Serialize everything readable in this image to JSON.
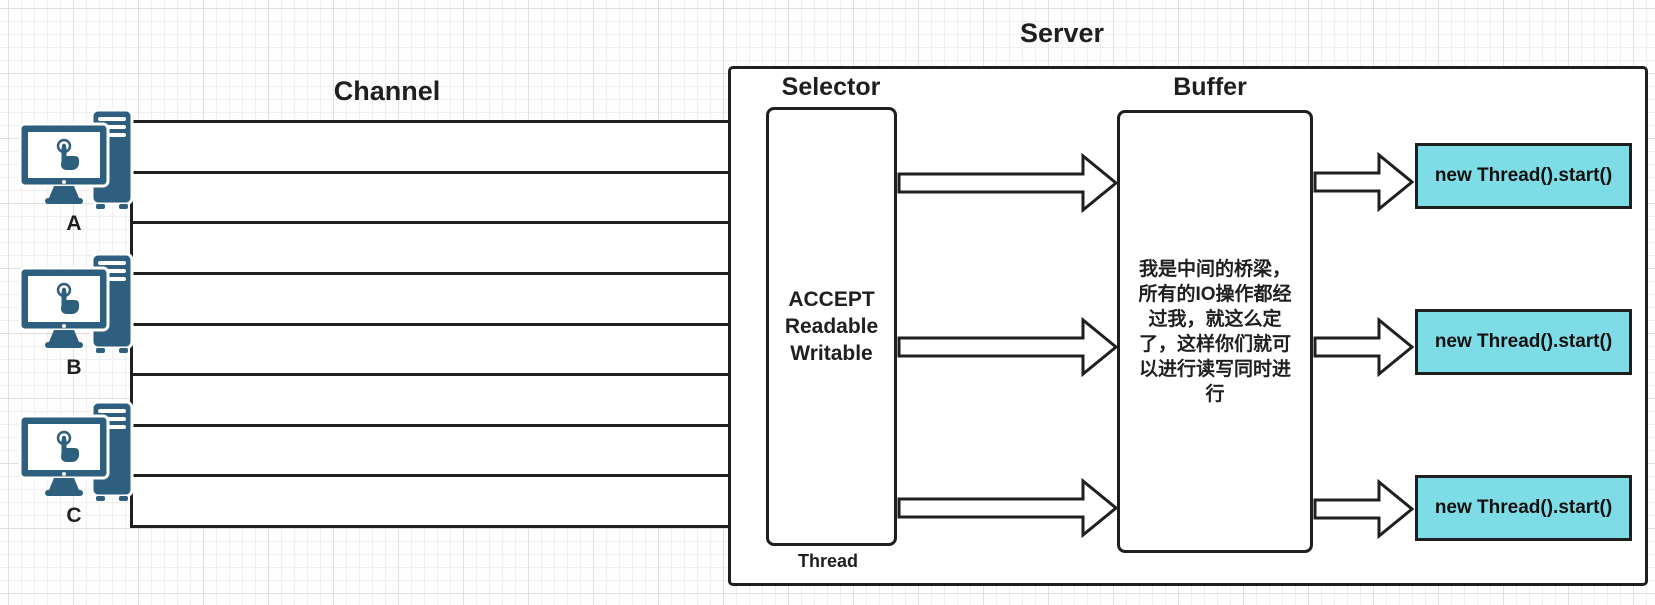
{
  "diagram": {
    "server_title": "Server",
    "channel_title": "Channel",
    "selector_title": "Selector",
    "buffer_title": "Buffer",
    "thread_label": "Thread",
    "selector_lines": [
      "ACCEPT",
      "Readable",
      "Writable"
    ],
    "buffer_lines": [
      "我是中间的桥梁，",
      "所有的IO操作都经",
      "过我，就这么定",
      "了，这样你们就可",
      "以进行读写同时进",
      "行"
    ],
    "buffer_text_full": "我是中间的桥梁，所有的IO操作都经过我，就这么定了，这样你们就可以进行读写同时进行",
    "clients": [
      {
        "label": "A"
      },
      {
        "label": "B"
      },
      {
        "label": "C"
      }
    ],
    "channel_lane_count": 8,
    "thread_boxes": [
      {
        "label": "new Thread().start()"
      },
      {
        "label": "new Thread().start()"
      },
      {
        "label": "new Thread().start()"
      }
    ]
  },
  "colors": {
    "line": "#1f1f1f",
    "thread_box_fill": "#7EDCE6",
    "client_icon_teal": "#2E5F7E",
    "box_fill": "#ffffff",
    "grid_minor": "#efefef",
    "grid_major": "#e0e0e0"
  }
}
